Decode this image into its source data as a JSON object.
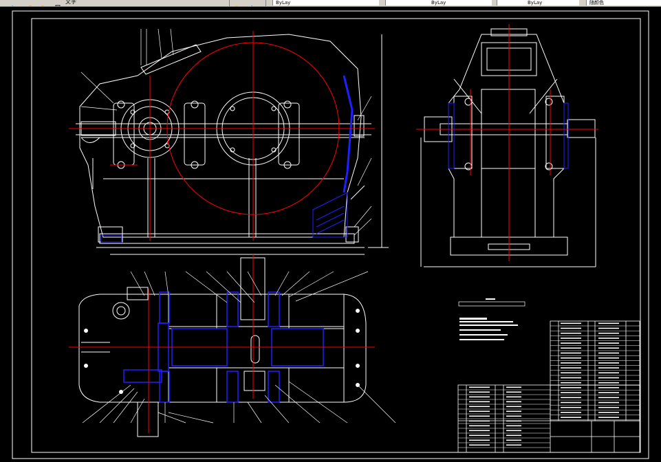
{
  "toolbar": {
    "menu_label": "文字",
    "layer_field_1": "ByLay",
    "layer_field_2": "ByLay",
    "layer_field_3": "ByLay",
    "plot_field": "随颜色"
  },
  "colors": {
    "background": "#000000",
    "frame": "#ffffff",
    "outline": "#ffffff",
    "centerline": "#ff0000",
    "hatch": "#2020ff",
    "dimension": "#ffffff",
    "toolbar": "#d4d0c8"
  }
}
